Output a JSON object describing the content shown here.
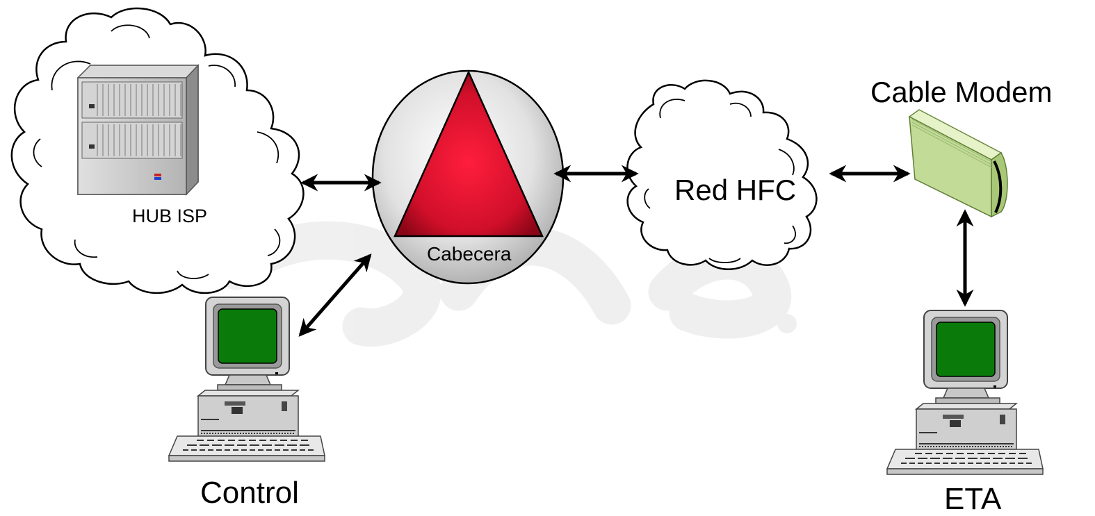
{
  "labels": {
    "hub": "HUB ISP",
    "headend": "Cabecera",
    "network": "Red HFC",
    "modem": "Cable Modem",
    "control": "Control",
    "eta": "ETA"
  },
  "colors": {
    "triangle": "#c8102e",
    "screen": "#0a7a0a",
    "modem": "#c8e0a0",
    "rack": "#c4c4c4",
    "sphere": "#d8d8d8"
  },
  "icons": [
    "cloud-icon",
    "server-rack-icon",
    "triangle-icon",
    "cable-modem-icon",
    "computer-icon"
  ]
}
